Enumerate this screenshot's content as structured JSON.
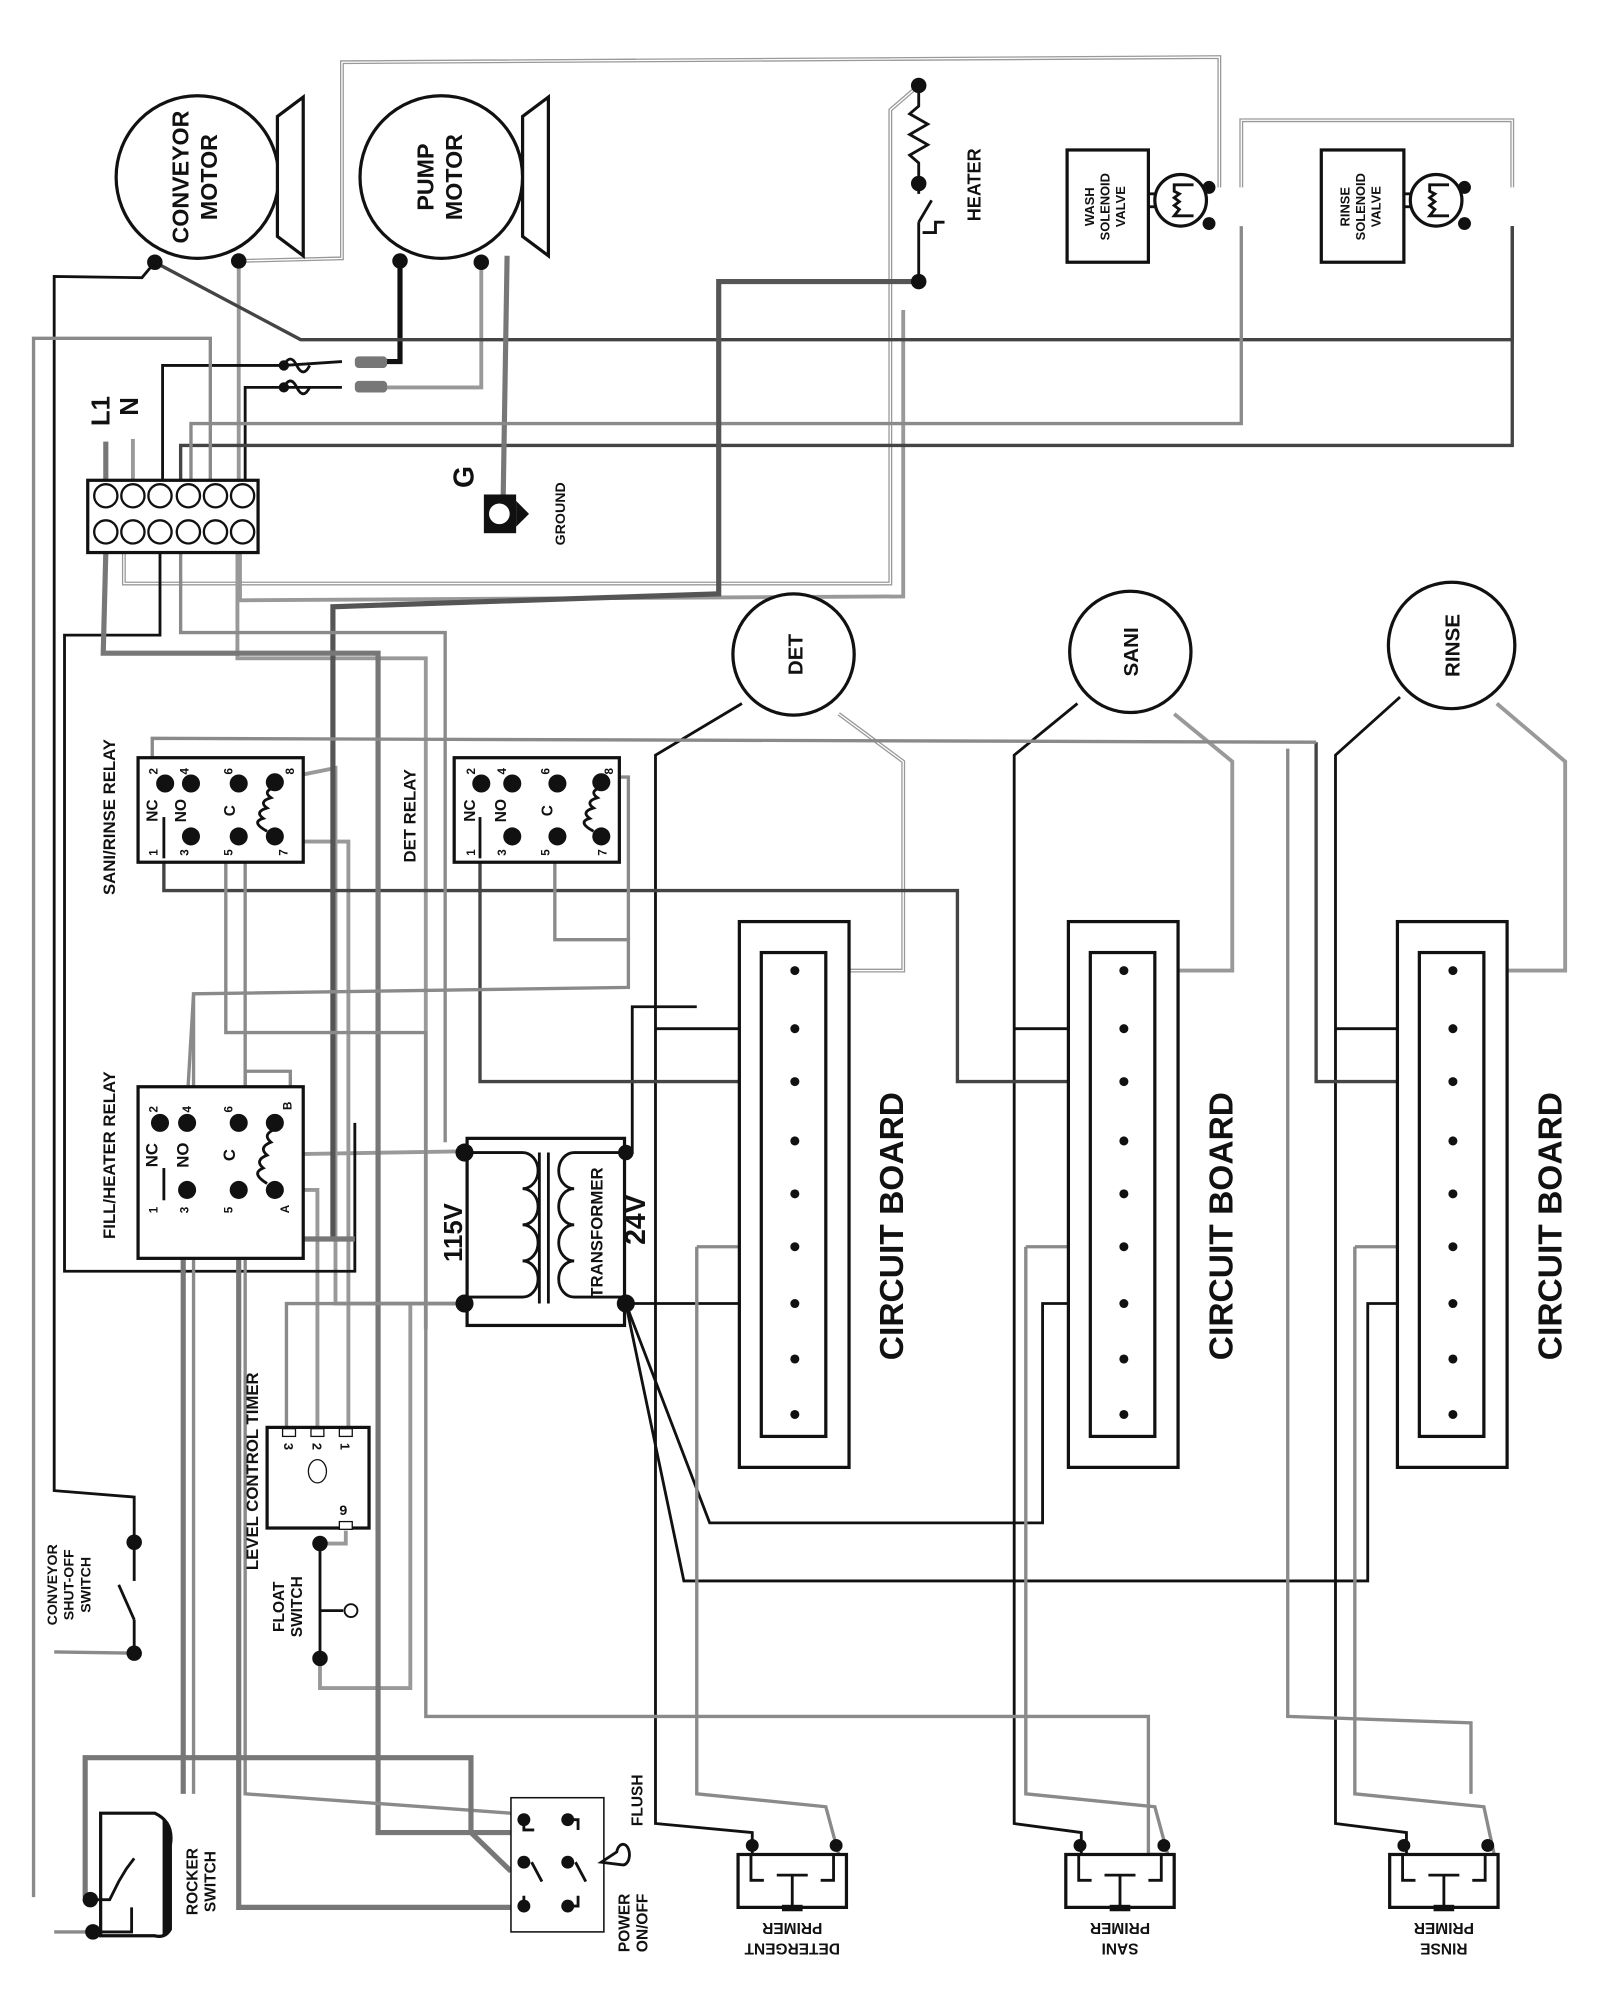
{
  "title": "",
  "components": {
    "conveyor_motor": [
      "CONVEYOR",
      "MOTOR"
    ],
    "pump_motor": [
      "PUMP",
      "MOTOR"
    ],
    "heater": "HEATER",
    "wash_valve": [
      "WASH",
      "SOLENOID",
      "VALVE"
    ],
    "rinse_valve": [
      "RINSE",
      "SOLENOID",
      "VALVE"
    ],
    "line_l1": "L1",
    "line_n": "N",
    "ground_g": "G",
    "ground": "GROUND",
    "det_motor": "DET",
    "sani_motor": "SANI",
    "rinse_motor": "RINSE",
    "sani_rinse_relay": "SANI/RINSE RELAY",
    "det_relay": "DET RELAY",
    "fill_heater_relay": "FILL/HEATER RELAY",
    "transformer": "TRANSFORMER",
    "primary_voltage": "115V",
    "secondary_voltage": "24V",
    "circuit_board": "CIRCUIT BOARD",
    "level_control_timer": "LEVEL CONTROL TIMER",
    "timer_terminals": [
      "3",
      "2",
      "1"
    ],
    "timer_terminal_9": "9",
    "float_switch": [
      "FLOAT",
      "SWITCH"
    ],
    "conveyor_switch": [
      "CONVEYOR",
      "SHUT-OFF",
      "SWITCH"
    ],
    "rocker_switch": [
      "ROCKER",
      "SWITCH"
    ],
    "flush": "FLUSH",
    "power_switch": [
      "POWER",
      "ON/OFF"
    ],
    "det_primer": [
      "DETERGENT",
      "PRIMER"
    ],
    "sani_primer": [
      "SANI",
      "PRIMER"
    ],
    "rinse_primer": [
      "RINSE",
      "PRIMER"
    ]
  },
  "relay_pins": {
    "nc": "NC",
    "no": "NO",
    "c": "C",
    "top": [
      "2",
      "4",
      "6",
      "8"
    ],
    "bottom": [
      "1",
      "3",
      "5",
      "7"
    ],
    "fill_top": [
      "2",
      "4",
      "6",
      "B"
    ],
    "fill_bottom": [
      "1",
      "3",
      "5",
      "A"
    ]
  },
  "colors": {
    "line_black": "#111111",
    "line_dark": "#444444",
    "line_gray": "#8a8a8a",
    "line_light": "#999999"
  }
}
